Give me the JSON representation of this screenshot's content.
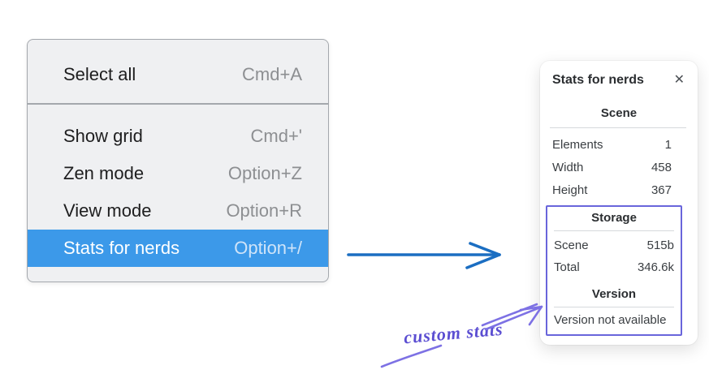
{
  "menu": {
    "items": [
      {
        "label": "Select all",
        "shortcut": "Cmd+A",
        "highlighted": false
      },
      {
        "label": "Show grid",
        "shortcut": "Cmd+'",
        "highlighted": false
      },
      {
        "label": "Zen mode",
        "shortcut": "Option+Z",
        "highlighted": false
      },
      {
        "label": "View mode",
        "shortcut": "Option+R",
        "highlighted": false
      },
      {
        "label": "Stats for nerds",
        "shortcut": "Option+/",
        "highlighted": true
      }
    ]
  },
  "stats_panel": {
    "title": "Stats for nerds",
    "close_icon": "✕",
    "sections": [
      {
        "header": "Scene",
        "rows": [
          {
            "label": "Elements",
            "value": "1"
          },
          {
            "label": "Width",
            "value": "458"
          },
          {
            "label": "Height",
            "value": "367"
          }
        ]
      },
      {
        "header": "Storage",
        "rows": [
          {
            "label": "Scene",
            "value": "515b"
          },
          {
            "label": "Total",
            "value": "346.6k"
          }
        ]
      },
      {
        "header": "Version",
        "note": "Version not available"
      }
    ]
  },
  "annotation": {
    "label": "custom stats"
  },
  "colors": {
    "menu_highlight": "#3c99e9",
    "arrow_blue": "#1b6ec2",
    "annotation_purple": "#6965db",
    "menu_background": "#eff0f2"
  }
}
